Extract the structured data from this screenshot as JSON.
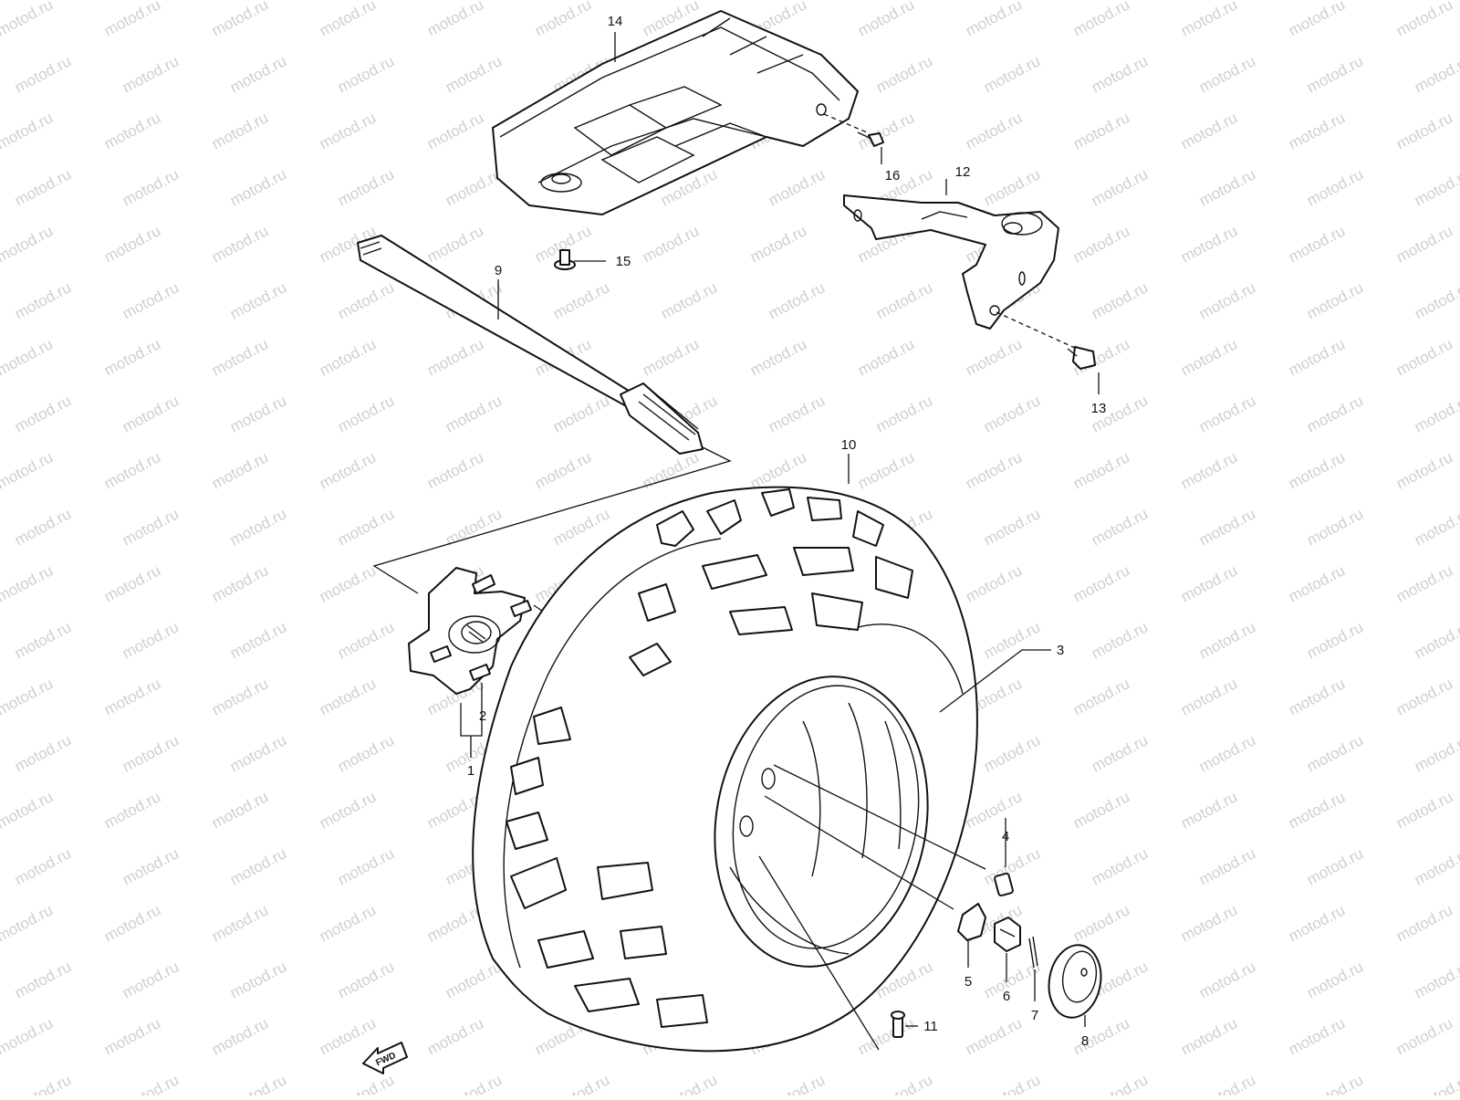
{
  "watermark": "motod.ru",
  "fwd_label": "FWD",
  "callouts": {
    "c1": "1",
    "c2": "2",
    "c3": "3",
    "c4": "4",
    "c5": "5",
    "c6": "6",
    "c7": "7",
    "c8": "8",
    "c9": "9",
    "c10": "10",
    "c11": "11",
    "c12": "12",
    "c13": "13",
    "c14": "14",
    "c15": "15",
    "c16": "16"
  }
}
